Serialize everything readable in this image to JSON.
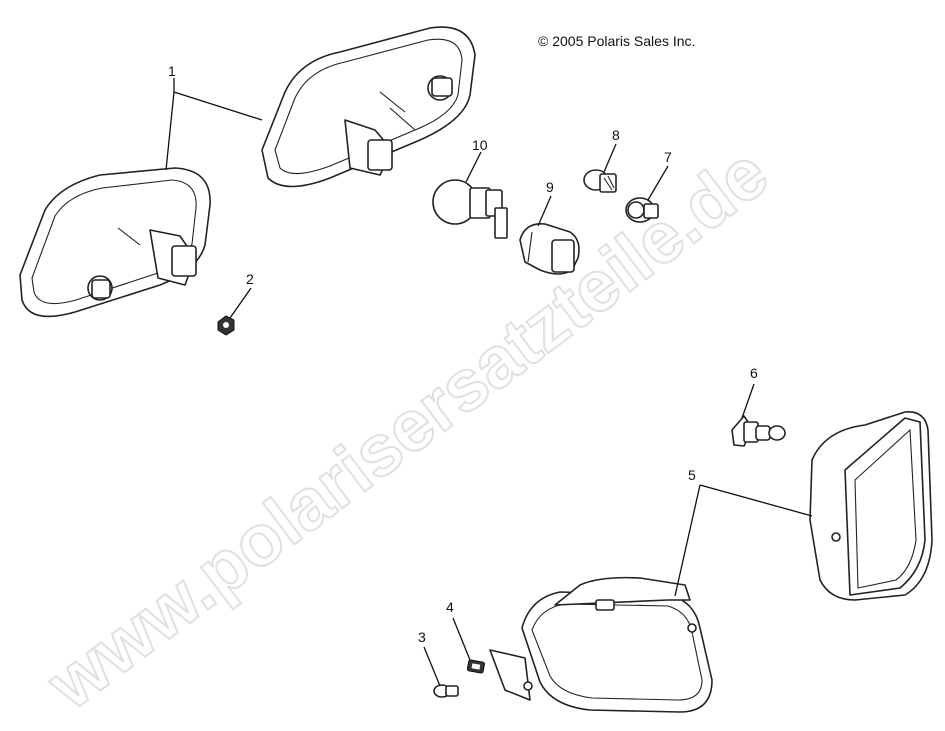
{
  "diagram": {
    "copyright": "© 2005 Polaris Sales Inc.",
    "watermark": "www.polarisersatzteile.de",
    "callouts": [
      {
        "id": "1",
        "label": "1"
      },
      {
        "id": "2",
        "label": "2"
      },
      {
        "id": "3",
        "label": "3"
      },
      {
        "id": "4",
        "label": "4"
      },
      {
        "id": "5",
        "label": "5"
      },
      {
        "id": "6",
        "label": "6"
      },
      {
        "id": "7",
        "label": "7"
      },
      {
        "id": "8",
        "label": "8"
      },
      {
        "id": "9",
        "label": "9"
      },
      {
        "id": "10",
        "label": "10"
      }
    ]
  }
}
